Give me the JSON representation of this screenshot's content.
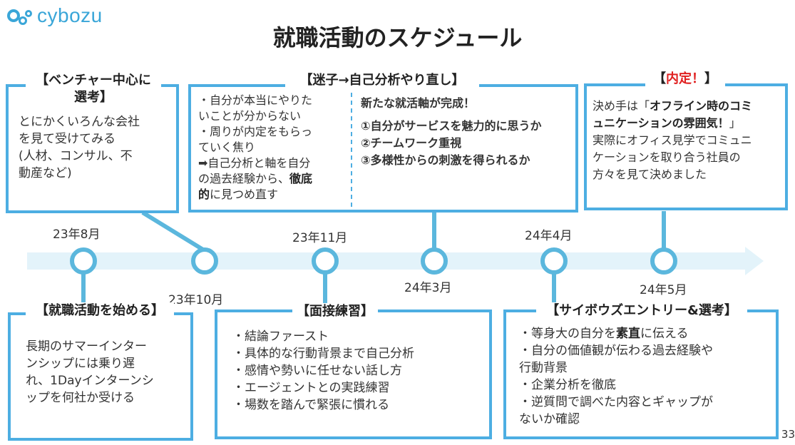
{
  "brand": {
    "logo_text": "cybozu"
  },
  "title": "就職活動のスケジュール",
  "colors": {
    "frame": "#4daee2",
    "timeline": "#e3f3fa",
    "node": "#5bb7dd",
    "highlight": "#e02020"
  },
  "timeline": {
    "dates": [
      "23年8月",
      "23年10月",
      "23年11月",
      "24年3月",
      "24年4月",
      "24年5月"
    ]
  },
  "boxes": {
    "venture": {
      "title_line1": "【ベンチャー中心に",
      "title_line2": "選考】",
      "lines": [
        "とにかくいろんな会社",
        "を見て受けてみる",
        "(人材、コンサル、不",
        "動産など)"
      ]
    },
    "lost": {
      "title": "【迷子→自己分析やり直し】",
      "left_lines": [
        "・自分が本当にやりた",
        "いことが分からない",
        "・周りが内定をもらっ",
        "ていく焦り",
        "➡自己分析と軸を自分",
        "の過去経験から、"
      ],
      "left_bold1": "徹底",
      "left_bold2": "的",
      "left_tail": "に見つめ直す",
      "right_heading": "新たな就活軸が完成！",
      "right_lines": [
        "①自分がサービスを魅力的に思うか",
        "②チームワーク重視",
        "③多様性からの刺激を得られるか"
      ]
    },
    "offer": {
      "title": "【内定！】",
      "title_bracket_open": "【",
      "title_word": "内定！",
      "title_bracket_close": "】",
      "line1_pre": "決め手は「",
      "line1_bold": "オフライン時のコミ",
      "line2_bold": "ュニケーションの雰囲気！",
      "line2_post": "」",
      "lines": [
        "実際にオフィス見学でコミュニ",
        "ケーションを取り合う社員の",
        "方々を見て決めました"
      ]
    },
    "start": {
      "title": "【就職活動を始める】",
      "lines": [
        "長期のサマーインター",
        "ンシップには乗り遅",
        "れ、1Dayインターンシ",
        "ップを何社か受ける"
      ]
    },
    "interview": {
      "title": "【面接練習】",
      "lines": [
        "・結論ファースト",
        "・具体的な行動背景まで自己分析",
        "・感情や勢いに任せない話し方",
        "・エージェントとの実践練習",
        "・場数を踏んで緊張に慣れる"
      ]
    },
    "cybozu": {
      "title": "【サイボウズエントリー&選考】",
      "line1_pre": "・等身大の自分を",
      "line1_bold": "素直",
      "line1_post": "に伝える",
      "lines": [
        "・自分の価値観が伝わる過去経験や",
        "行動背景",
        "・企業分析を徹底",
        "・逆質問で調べた内容とギャップが",
        "ないか確認"
      ]
    }
  },
  "page_number": "33"
}
